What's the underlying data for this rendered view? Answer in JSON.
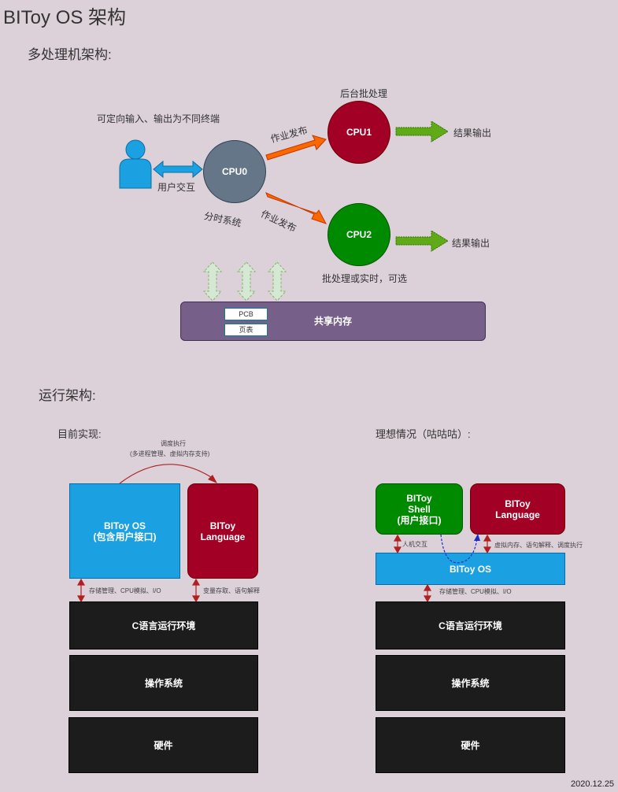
{
  "page_title": "BIToy OS 架构",
  "multi": {
    "heading": "多处理机架构:",
    "redirect_note": "可定向输入、输出为不同终端",
    "user_interaction": "用户交互",
    "cpu0": "CPU0",
    "time_sharing": "分时系统",
    "job_dispatch_1": "作业发布",
    "job_dispatch_2": "作业发布",
    "cpu1": "CPU1",
    "batch_bg": "后台批处理",
    "cpu2": "CPU2",
    "batch_or_rt": "批处理或实时，可选",
    "result_out_1": "结果输出",
    "result_out_2": "结果输出",
    "shared_mem": "共享内存",
    "pcb": "PCB",
    "page_table": "页表"
  },
  "runtime": {
    "heading": "运行架构:",
    "current": {
      "heading": "目前实现:",
      "sched_line1": "调度执行",
      "sched_line2": "(多进程管理、虚拟内存支持)",
      "os_line1": "BIToy OS",
      "os_line2": "(包含用户接口)",
      "lang_line1": "BIToy",
      "lang_line2": "Language",
      "os_link": "存储管理、CPU模拟、I/O",
      "lang_link": "变量存取、语句解释",
      "c_env": "C语言运行环境",
      "os": "操作系统",
      "hw": "硬件"
    },
    "ideal": {
      "heading": "理想情况（咕咕咕）:",
      "shell_line1": "BIToy",
      "shell_line2": "Shell",
      "shell_line3": "(用户接口)",
      "lang_line1": "BIToy",
      "lang_line2": "Language",
      "human_interaction": "人机交互",
      "lang_link": "虚拟内存、语句解释、调度执行",
      "bitoy_os": "BIToy OS",
      "os_link": "存储管理、CPU模拟、I/O",
      "c_env": "C语言运行环境",
      "os": "操作系统",
      "hw": "硬件"
    }
  },
  "date": "2020.12.25",
  "colors": {
    "cpu0": "#647687",
    "cpu1": "#a20025",
    "cpu2": "#008a00",
    "user": "#1ba1e2",
    "orange_arrow": "#fa6800",
    "green_arrow": "#60a917",
    "shared_mem": "#76608a",
    "os_blue": "#1ba1e2",
    "lang_red": "#a20025",
    "black": "#1c1c1c",
    "link_red": "#b02020"
  }
}
